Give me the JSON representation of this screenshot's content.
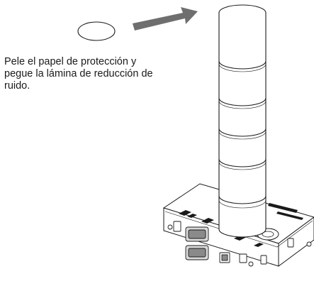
{
  "instruction": {
    "lines": [
      "Pele el papel de protección y",
      "pegue la lámina de reducción de",
      "ruido."
    ]
  },
  "illustration": {
    "stroke_color": "#1a1a1a",
    "arrow_color": "#6e6e6e",
    "background": "#ffffff"
  }
}
